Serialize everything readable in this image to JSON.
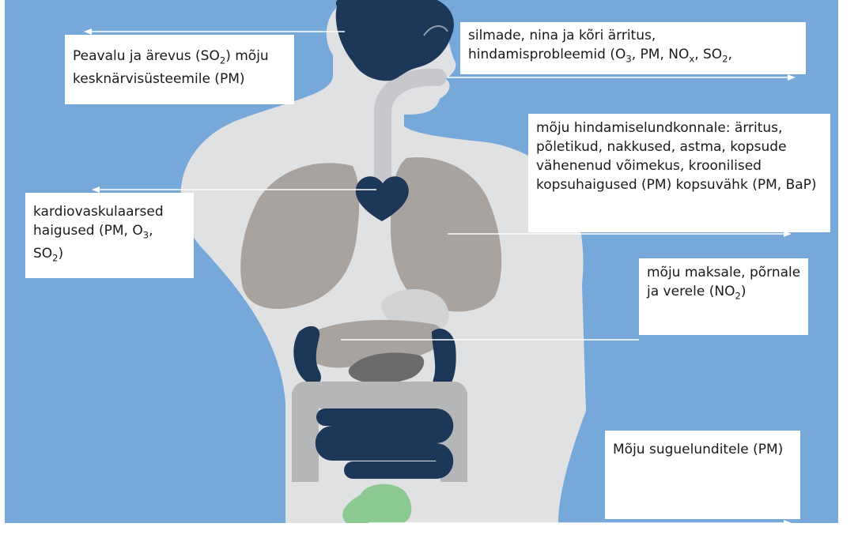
{
  "colors": {
    "background": "#76a8da",
    "body": "#e0e1e3",
    "brain": "#1c3758",
    "heart": "#1c3758",
    "lungs": "#a8a39f",
    "intestines": "#1c3758",
    "bladder": "#8cc993",
    "leader_line": "#ffffff"
  },
  "labels": {
    "head": {
      "before": "Peavalu ja ärevus (SO",
      "sub": "2",
      "after": ") mõju kesknärvisüsteemile (PM)"
    },
    "eyes": {
      "line1": "silmade, nina ja kõri ärritus,",
      "l2a": "hindamisprobleemid (O",
      "l2b": "3",
      "l2c": ", PM, NO",
      "l2d": "x",
      "l2e": ", SO",
      "l2f": "2",
      "l2g": ","
    },
    "lungs": "mõju hindamiselundkonnale: ärritus, põletikud, nakkused, astma, kopsude vähenenud võimekus, kroonilised kopsuhaigused (PM) kopsuvähk (PM, BaP)",
    "heart": {
      "a": "kardiovaskulaarsed haigused (PM, O",
      "b": "3",
      "c": ", SO",
      "d": "2",
      "e": ")"
    },
    "liver": {
      "a": "mõju maksale, põrnale ja verele (NO",
      "b": "2",
      "c": ")"
    },
    "reproductive": "Mõju suguelunditele (PM)"
  }
}
